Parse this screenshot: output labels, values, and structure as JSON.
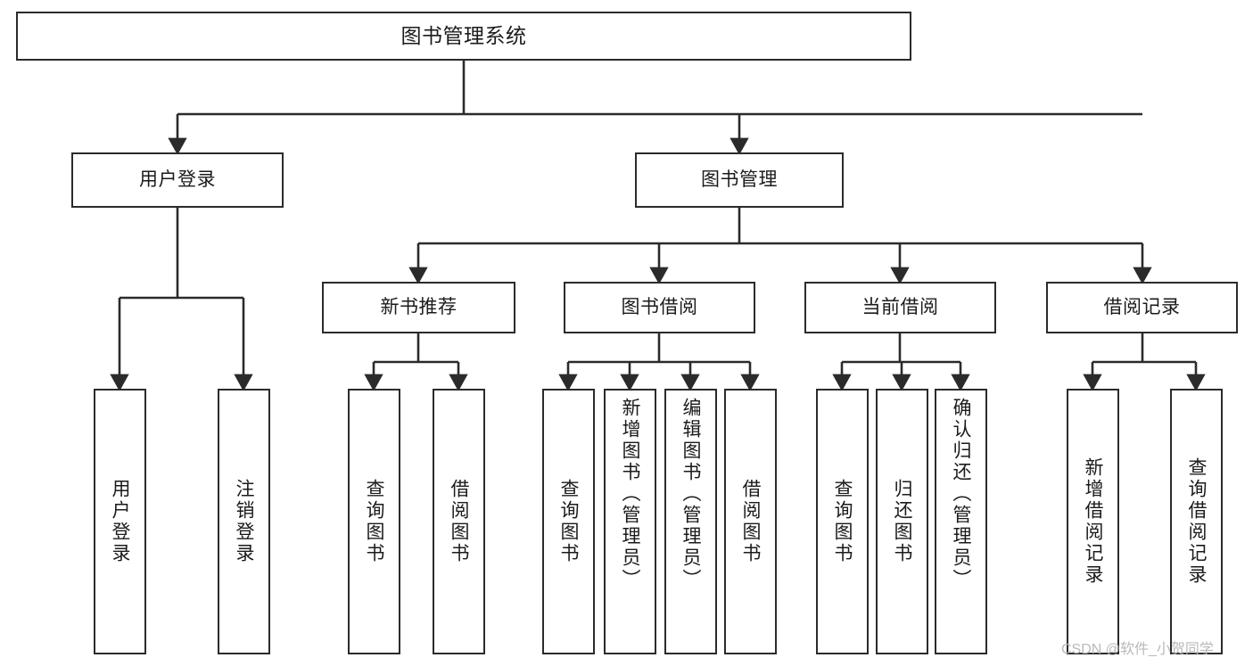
{
  "diagram": {
    "title": "图书管理系统",
    "type": "tree",
    "orientation": "top-down",
    "line_color": "#2b2b2b",
    "box_fill": "#ffffff",
    "box_border": "#2b2b2b",
    "text_color": "#1b1b1b",
    "watermark": "CSDN @软件_小贺同学",
    "watermark_color": "#b9b9b9"
  },
  "nodes": {
    "root": {
      "label": "图书管理系统",
      "level": 0
    },
    "level1": [
      {
        "id": "user-login",
        "label": "用户登录"
      },
      {
        "id": "book-manage",
        "label": "图书管理"
      }
    ],
    "level2": [
      {
        "id": "new-book-recommend",
        "label": "新书推荐",
        "parent": "book-manage"
      },
      {
        "id": "book-borrow",
        "label": "图书借阅",
        "parent": "book-manage"
      },
      {
        "id": "current-borrow",
        "label": "当前借阅",
        "parent": "book-manage"
      },
      {
        "id": "borrow-record",
        "label": "借阅记录",
        "parent": "book-manage"
      }
    ],
    "leaves": [
      {
        "id": "leaf-user-login",
        "label": "用户登录",
        "parent": "user-login"
      },
      {
        "id": "leaf-logout",
        "label": "注销登录",
        "parent": "user-login"
      },
      {
        "id": "leaf-query-book-1",
        "label": "查询图书",
        "parent": "new-book-recommend"
      },
      {
        "id": "leaf-borrow-book-1",
        "label": "借阅图书",
        "parent": "new-book-recommend"
      },
      {
        "id": "leaf-query-book-2",
        "label": "查询图书",
        "parent": "book-borrow"
      },
      {
        "id": "leaf-add-book",
        "label": "新增图书（管理员）",
        "parent": "book-borrow"
      },
      {
        "id": "leaf-edit-book",
        "label": "编辑图书（管理员）",
        "parent": "book-borrow"
      },
      {
        "id": "leaf-borrow-book-2",
        "label": "借阅图书",
        "parent": "book-borrow"
      },
      {
        "id": "leaf-query-book-3",
        "label": "查询图书",
        "parent": "current-borrow"
      },
      {
        "id": "leaf-return-book",
        "label": "归还图书",
        "parent": "current-borrow"
      },
      {
        "id": "leaf-confirm-return",
        "label": "确认归还（管理员）",
        "parent": "current-borrow"
      },
      {
        "id": "leaf-add-record",
        "label": "新增借阅记录",
        "parent": "borrow-record"
      },
      {
        "id": "leaf-query-record",
        "label": "查询借阅记录",
        "parent": "borrow-record"
      }
    ]
  }
}
